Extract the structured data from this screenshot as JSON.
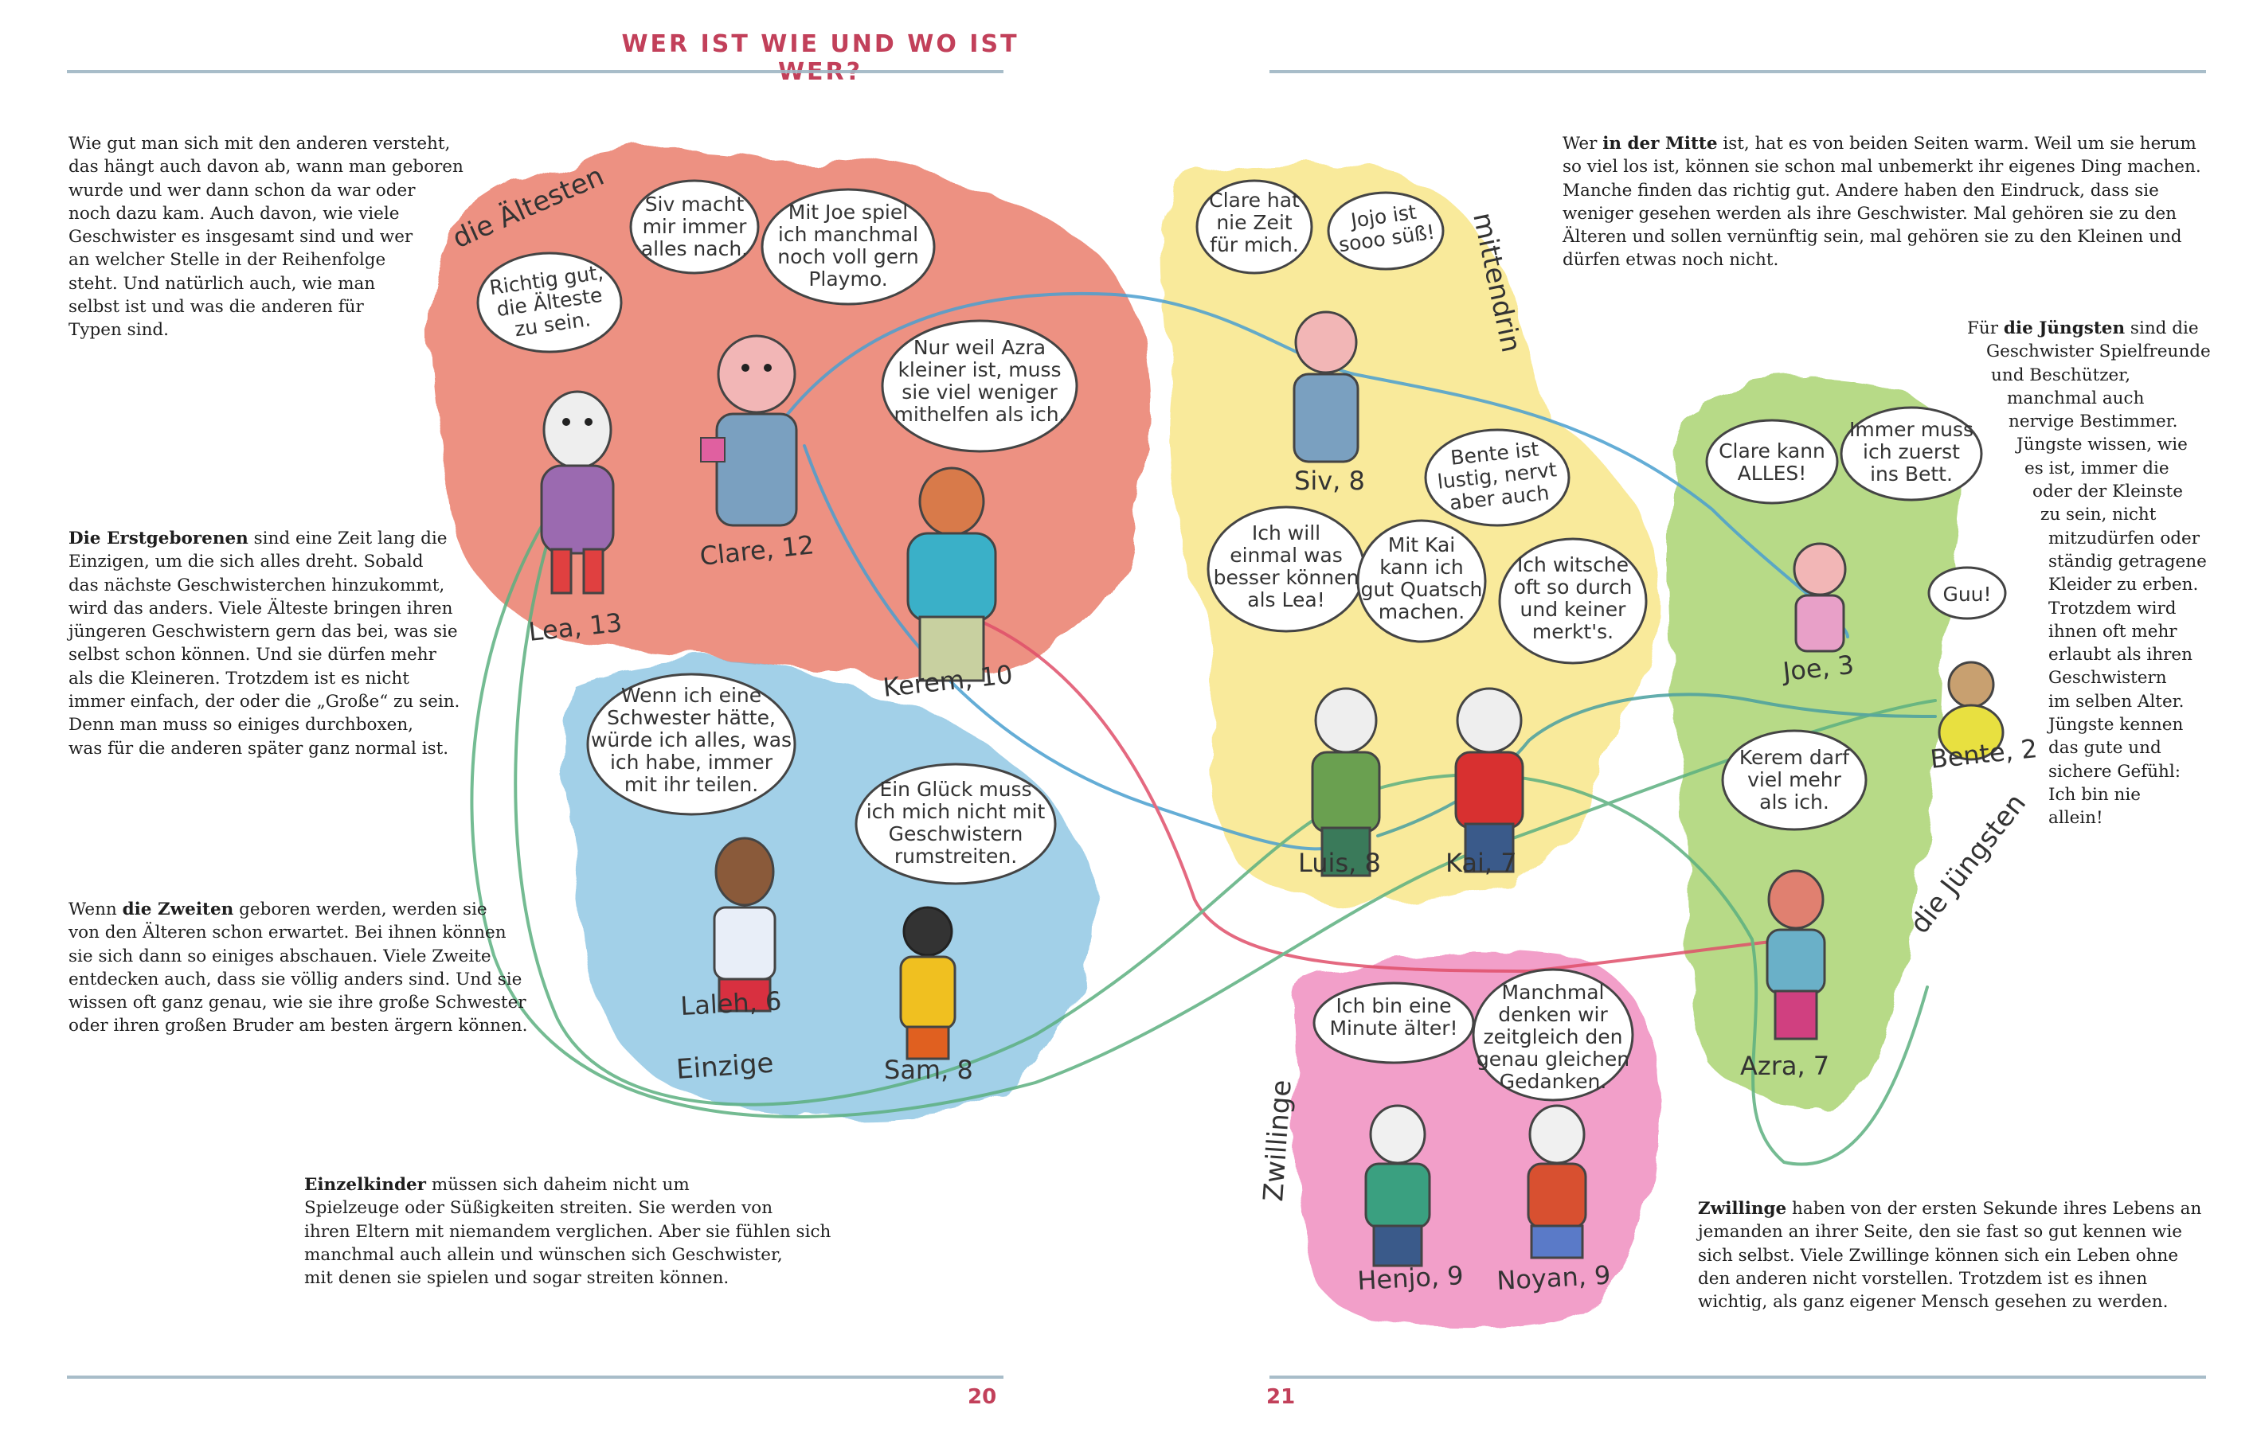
{
  "header": {
    "title": "WER IST WIE UND WO IST WER?"
  },
  "page_numbers": {
    "left": "20",
    "right": "21"
  },
  "paragraphs": {
    "intro": [
      "Wie gut man sich mit den anderen versteht,",
      "das hängt auch davon ab, wann man geboren",
      "wurde und wer dann schon da war oder",
      "noch dazu kam. Auch davon, wie viele",
      "Geschwister es insgesamt sind und wer",
      "an welcher Stelle in der Reihenfolge",
      "steht. Und natürlich auch, wie man",
      "selbst ist und was die anderen für",
      "Typen sind."
    ],
    "erst": {
      "bold": "Die Erstgeborenen",
      "lines": [
        " sind eine Zeit lang die",
        "Einzigen, um die sich alles dreht. Sobald",
        "das nächste Geschwisterchen hinzukommt,",
        "wird das anders. Viele Älteste bringen ihren",
        "jüngeren Geschwistern gern das bei, was sie",
        "selbst schon können. Und sie dürfen mehr",
        "als die Kleineren. Trotzdem ist es nicht",
        "immer einfach, der oder die „Große“ zu sein.",
        "Denn man muss so einiges durchboxen,",
        "was für die anderen später ganz normal ist."
      ]
    },
    "zweit": {
      "pre": "Wenn ",
      "bold": "die Zweiten",
      "lines": [
        " geboren werden, werden sie",
        "von den Älteren schon erwartet. Bei ihnen können",
        "sie sich dann so einiges abschauen. Viele Zweite",
        "entdecken auch, dass sie völlig anders sind. Und sie",
        "wissen oft ganz genau, wie sie ihre große Schwester",
        "oder ihren großen Bruder am besten ärgern können."
      ]
    },
    "einzel": {
      "bold": "Einzelkinder",
      "lines": [
        " müssen sich daheim nicht um",
        "Spielzeuge oder Süßigkeiten streiten. Sie werden von",
        "ihren Eltern mit niemandem verglichen. Aber sie fühlen sich",
        "manchmal auch allein und wünschen sich Geschwister,",
        "mit denen sie spielen und sogar streiten können."
      ]
    },
    "mitte": {
      "pre": "Wer ",
      "bold": "in der Mitte",
      "lines": [
        " ist, hat es von beiden Seiten warm. Weil um sie herum",
        "so viel los ist, können sie schon mal unbemerkt ihr eigenes Ding machen.",
        "Manche finden das richtig gut. Andere haben den Eindruck, dass sie",
        "weniger gesehen werden als ihre Geschwister. Mal gehören sie zu den",
        "Älteren und sollen vernünftig sein, mal gehören sie zu den Kleinen und",
        "dürfen etwas noch nicht."
      ]
    },
    "juengste": {
      "pre": "Für ",
      "bold": "die Jüngsten",
      "lines": [
        " sind die",
        "Geschwister Spielfreunde",
        "und Beschützer,",
        "manchmal auch",
        "nervige Bestimmer.",
        "Jüngste wissen, wie",
        "es ist, immer die",
        "oder der Kleinste",
        "zu sein, nicht",
        "mitzudürfen oder",
        "ständig getragene",
        "Kleider zu erben.",
        "Trotzdem wird",
        "ihnen oft mehr",
        "erlaubt als ihren",
        "Geschwistern",
        "im selben Alter.",
        "Jüngste kennen",
        "das gute und",
        "sichere Gefühl:",
        "Ich bin nie",
        "allein!"
      ]
    },
    "zwillinge": {
      "bold": "Zwillinge",
      "lines": [
        " haben von der ersten Sekunde ihres Lebens an",
        "jemanden an ihrer Seite, den sie fast so gut kennen wie",
        "sich selbst. Viele Zwillinge können sich ein Leben ohne",
        "den anderen nicht vorstellen. Trotzdem ist es ihnen",
        "wichtig, als ganz eigener Mensch gesehen zu werden."
      ]
    }
  },
  "groups": {
    "aeltesten": "die Ältesten",
    "mittendrin": "mittendrin",
    "einzige": "Einzige",
    "juengsten": "die Jüngsten",
    "zwillinge": "Zwillinge"
  },
  "characters": [
    {
      "id": "lea",
      "label": "Lea, 13"
    },
    {
      "id": "clare",
      "label": "Clare, 12"
    },
    {
      "id": "kerem",
      "label": "Kerem, 10"
    },
    {
      "id": "siv",
      "label": "Siv, 8"
    },
    {
      "id": "luis",
      "label": "Luis, 8"
    },
    {
      "id": "kai",
      "label": "Kai, 7"
    },
    {
      "id": "joe",
      "label": "Joe, 3"
    },
    {
      "id": "bente",
      "label": "Bente, 2"
    },
    {
      "id": "azra",
      "label": "Azra, 7"
    },
    {
      "id": "laleh",
      "label": "Laleh, 6"
    },
    {
      "id": "sam",
      "label": "Sam, 8"
    },
    {
      "id": "henjo",
      "label": "Henjo, 9"
    },
    {
      "id": "noyan",
      "label": "Noyan, 9"
    }
  ],
  "bubbles": {
    "lea": [
      "Richtig gut,",
      "die Älteste",
      "zu sein."
    ],
    "clare": [
      "Siv macht",
      "mir immer",
      "alles nach."
    ],
    "joe_playmo": [
      "Mit Joe spiel",
      "ich manchmal",
      "noch voll gern",
      "Playmo."
    ],
    "azra_help": [
      "Nur weil Azra",
      "kleiner ist, muss",
      "sie viel weniger",
      "mithelfen als ich."
    ],
    "clare_zeit": [
      "Clare hat",
      "nie Zeit",
      "für mich."
    ],
    "jojo": [
      "Jojo ist",
      "sooo süß!"
    ],
    "bente_lustig": [
      "Bente ist",
      "lustig, nervt",
      "aber auch"
    ],
    "lea_besser": [
      "Ich will",
      "einmal was",
      "besser können",
      "als Lea!"
    ],
    "kai_quatsch": [
      "Mit Kai",
      "kann ich",
      "gut Quatsch",
      "machen."
    ],
    "witsche": [
      "Ich witsche",
      "oft so durch",
      "und keiner",
      "merkt's."
    ],
    "clare_alles": [
      "Clare kann",
      "ALLES!"
    ],
    "immer_zuerst": [
      "Immer muss",
      "ich zuerst",
      "ins Bett."
    ],
    "guu": [
      "Guu!"
    ],
    "kerem_darf": [
      "Kerem darf",
      "viel mehr",
      "als ich."
    ],
    "schwester": [
      "Wenn ich eine",
      "Schwester hätte,",
      "würde ich alles, was",
      "ich habe, immer",
      "mit ihr teilen."
    ],
    "glueck": [
      "Ein Glück muss",
      "ich mich nicht mit",
      "Geschwistern",
      "rumstreiten."
    ],
    "minute": [
      "Ich bin eine",
      "Minute älter!"
    ],
    "manchmal": [
      "Manchmal",
      "denken wir",
      "zeitgleich den",
      "genau gleichen",
      "Gedanken."
    ]
  },
  "colors": {
    "accent": "#c2405a",
    "rule": "#9fb6c3",
    "blob_red": "#e8735e",
    "blob_yellow": "#f7e37a",
    "blob_green": "#9ccc5a",
    "blob_blue": "#7fbfe0",
    "blob_pink": "#ee80b8",
    "line_blue": "#4a9fd0",
    "line_red": "#e0506a",
    "line_green": "#5cb080"
  }
}
